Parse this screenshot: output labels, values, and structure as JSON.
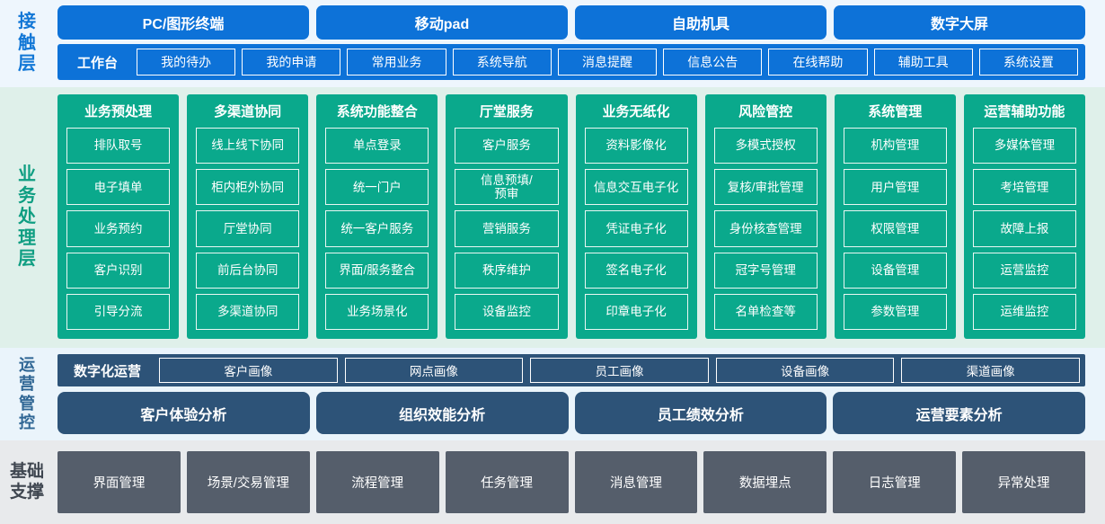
{
  "layers": [
    {
      "key": "contact",
      "label_chars": [
        "接",
        "触",
        "层"
      ],
      "terminals": [
        "PC/图形终端",
        "移动pad",
        "自助机具",
        "数字大屏"
      ],
      "workbench_label": "工作台",
      "workbench_items": [
        "我的待办",
        "我的申请",
        "常用业务",
        "系统导航",
        "消息提醒",
        "信息公告",
        "在线帮助",
        "辅助工具",
        "系统设置"
      ],
      "accent": "#0d72d8",
      "band_bg": "#eef6fd"
    },
    {
      "key": "business",
      "label_chars": [
        "业",
        "务",
        "处",
        "理",
        "层"
      ],
      "accent": "#0aa98c",
      "band_bg": "#dff0ea",
      "columns": [
        {
          "title": "业务预处理",
          "items": [
            "排队取号",
            "电子填单",
            "业务预约",
            "客户识别",
            "引导分流"
          ]
        },
        {
          "title": "多渠道协同",
          "items": [
            "线上线下协同",
            "柜内柜外协同",
            "厅堂协同",
            "前后台协同",
            "多渠道协同"
          ]
        },
        {
          "title": "系统功能整合",
          "items": [
            "单点登录",
            "统一门户",
            "统一客户服务",
            "界面/服务整合",
            "业务场景化"
          ]
        },
        {
          "title": "厅堂服务",
          "items": [
            "客户服务",
            "信息预填/\n预审",
            "营销服务",
            "秩序维护",
            "设备监控"
          ]
        },
        {
          "title": "业务无纸化",
          "items": [
            "资料影像化",
            "信息交互电子化",
            "凭证电子化",
            "签名电子化",
            "印章电子化"
          ]
        },
        {
          "title": "风险管控",
          "items": [
            "多模式授权",
            "复核/审批管理",
            "身份核查管理",
            "冠字号管理",
            "名单检查等"
          ]
        },
        {
          "title": "系统管理",
          "items": [
            "机构管理",
            "用户管理",
            "权限管理",
            "设备管理",
            "参数管理"
          ]
        },
        {
          "title": "运营辅助功能",
          "items": [
            "多媒体管理",
            "考培管理",
            "故障上报",
            "运营监控",
            "运维监控"
          ]
        }
      ]
    },
    {
      "key": "operations",
      "label_chars": [
        "运",
        "营",
        "管",
        "控"
      ],
      "accent": "#2d5378",
      "band_bg": "#eaf4fb",
      "digital_label": "数字化运营",
      "portraits": [
        "客户画像",
        "网点画像",
        "员工画像",
        "设备画像",
        "渠道画像"
      ],
      "analysis": [
        "客户体验分析",
        "组织效能分析",
        "员工绩效分析",
        "运营要素分析"
      ]
    },
    {
      "key": "foundation",
      "label_chars": [
        "基",
        "础",
        "支",
        "撑"
      ],
      "accent": "#555e6b",
      "band_bg": "#e8eaec",
      "items": [
        "界面管理",
        "场景/交易管理",
        "流程管理",
        "任务管理",
        "消息管理",
        "数据埋点",
        "日志管理",
        "异常处理"
      ]
    }
  ]
}
